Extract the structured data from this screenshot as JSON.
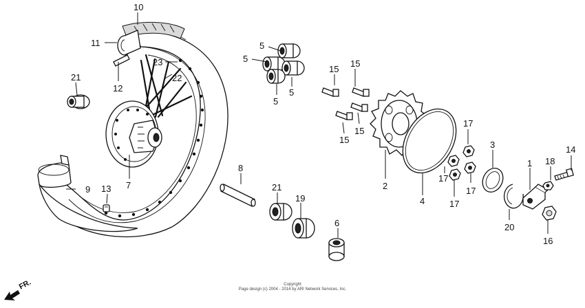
{
  "diagram": {
    "parts": [
      {
        "id": "p1",
        "number": "1"
      },
      {
        "id": "p2",
        "number": "2"
      },
      {
        "id": "p3",
        "number": "3"
      },
      {
        "id": "p4",
        "number": "4"
      },
      {
        "id": "p5a",
        "number": "5"
      },
      {
        "id": "p5b",
        "number": "5"
      },
      {
        "id": "p5c",
        "number": "5"
      },
      {
        "id": "p5d",
        "number": "5"
      },
      {
        "id": "p6",
        "number": "6"
      },
      {
        "id": "p7",
        "number": "7"
      },
      {
        "id": "p8",
        "number": "8"
      },
      {
        "id": "p9",
        "number": "9"
      },
      {
        "id": "p10",
        "number": "10"
      },
      {
        "id": "p11",
        "number": "11"
      },
      {
        "id": "p12",
        "number": "12"
      },
      {
        "id": "p13",
        "number": "13"
      },
      {
        "id": "p14",
        "number": "14"
      },
      {
        "id": "p15a",
        "number": "15"
      },
      {
        "id": "p15b",
        "number": "15"
      },
      {
        "id": "p15c",
        "number": "15"
      },
      {
        "id": "p15d",
        "number": "15"
      },
      {
        "id": "p16",
        "number": "16"
      },
      {
        "id": "p17a",
        "number": "17"
      },
      {
        "id": "p17b",
        "number": "17"
      },
      {
        "id": "p17c",
        "number": "17"
      },
      {
        "id": "p17d",
        "number": "17"
      },
      {
        "id": "p18",
        "number": "18"
      },
      {
        "id": "p19",
        "number": "19"
      },
      {
        "id": "p20",
        "number": "20"
      },
      {
        "id": "p21a",
        "number": "21"
      },
      {
        "id": "p21b",
        "number": "21"
      },
      {
        "id": "p22",
        "number": "22"
      },
      {
        "id": "p23",
        "number": "23"
      }
    ]
  },
  "direction_label": "FR.",
  "copyright": {
    "line1": "Copyright",
    "line2": "Page design (c) 2004 - 2014 by ARI Network Services, Inc."
  }
}
